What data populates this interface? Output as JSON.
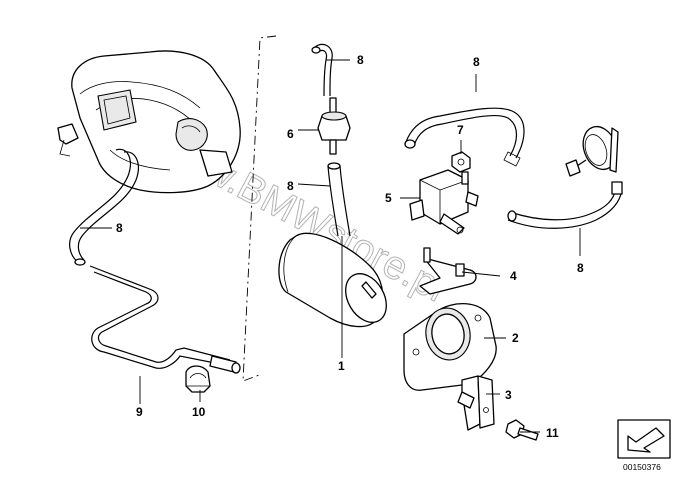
{
  "watermark": "www.BMWstore.pl",
  "document_number": "00150376",
  "callouts": {
    "c1": "1",
    "c2": "2",
    "c3": "3",
    "c4": "4",
    "c5": "5",
    "c6": "6",
    "c7": "7",
    "c8a": "8",
    "c8b": "8",
    "c8c": "8",
    "c8d": "8",
    "c8e": "8",
    "c9": "9",
    "c10": "10",
    "c11": "11"
  },
  "icons": {
    "navigation_arrow": "arrow-icon"
  }
}
